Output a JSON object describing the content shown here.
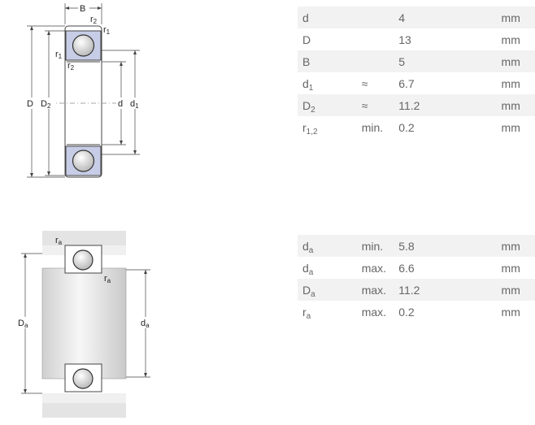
{
  "diagram1": {
    "labels": {
      "B": "B",
      "r2_top": "r",
      "r2_top_sub": "2",
      "r1_right": "r",
      "r1_right_sub": "1",
      "r1_left": "r",
      "r1_left_sub": "1",
      "r2_left": "r",
      "r2_left_sub": "2",
      "D": "D",
      "D2": "D",
      "D2_sub": "2",
      "d": "d",
      "d1": "d",
      "d1_sub": "1"
    }
  },
  "diagram2": {
    "labels": {
      "ra_top": "r",
      "ra_top_sub": "a",
      "ra_right": "r",
      "ra_right_sub": "a",
      "Da": "D",
      "Da_sub": "a",
      "da": "d",
      "da_sub": "a"
    }
  },
  "table1": {
    "rows": [
      {
        "sym": "d",
        "sub": "",
        "qual": "",
        "value": "4",
        "unit": "mm"
      },
      {
        "sym": "D",
        "sub": "",
        "qual": "",
        "value": "13",
        "unit": "mm"
      },
      {
        "sym": "B",
        "sub": "",
        "qual": "",
        "value": "5",
        "unit": "mm"
      },
      {
        "sym": "d",
        "sub": "1",
        "qual": "≈",
        "value": "6.7",
        "unit": "mm"
      },
      {
        "sym": "D",
        "sub": "2",
        "qual": "≈",
        "value": "11.2",
        "unit": "mm"
      },
      {
        "sym": "r",
        "sub": "1,2",
        "qual": "min.",
        "value": "0.2",
        "unit": "mm"
      }
    ]
  },
  "table2": {
    "rows": [
      {
        "sym": "d",
        "sub": "a",
        "qual": "min.",
        "value": "5.8",
        "unit": "mm"
      },
      {
        "sym": "d",
        "sub": "a",
        "qual": "max.",
        "value": "6.6",
        "unit": "mm"
      },
      {
        "sym": "D",
        "sub": "a",
        "qual": "max.",
        "value": "11.2",
        "unit": "mm"
      },
      {
        "sym": "r",
        "sub": "a",
        "qual": "max.",
        "value": "0.2",
        "unit": "mm"
      }
    ]
  },
  "colors": {
    "seal": "#c7cde6",
    "ring": "#ffffff",
    "stroke": "#444444",
    "shaft": "#e4e4e4",
    "row_alt": "#f2f2f2"
  }
}
